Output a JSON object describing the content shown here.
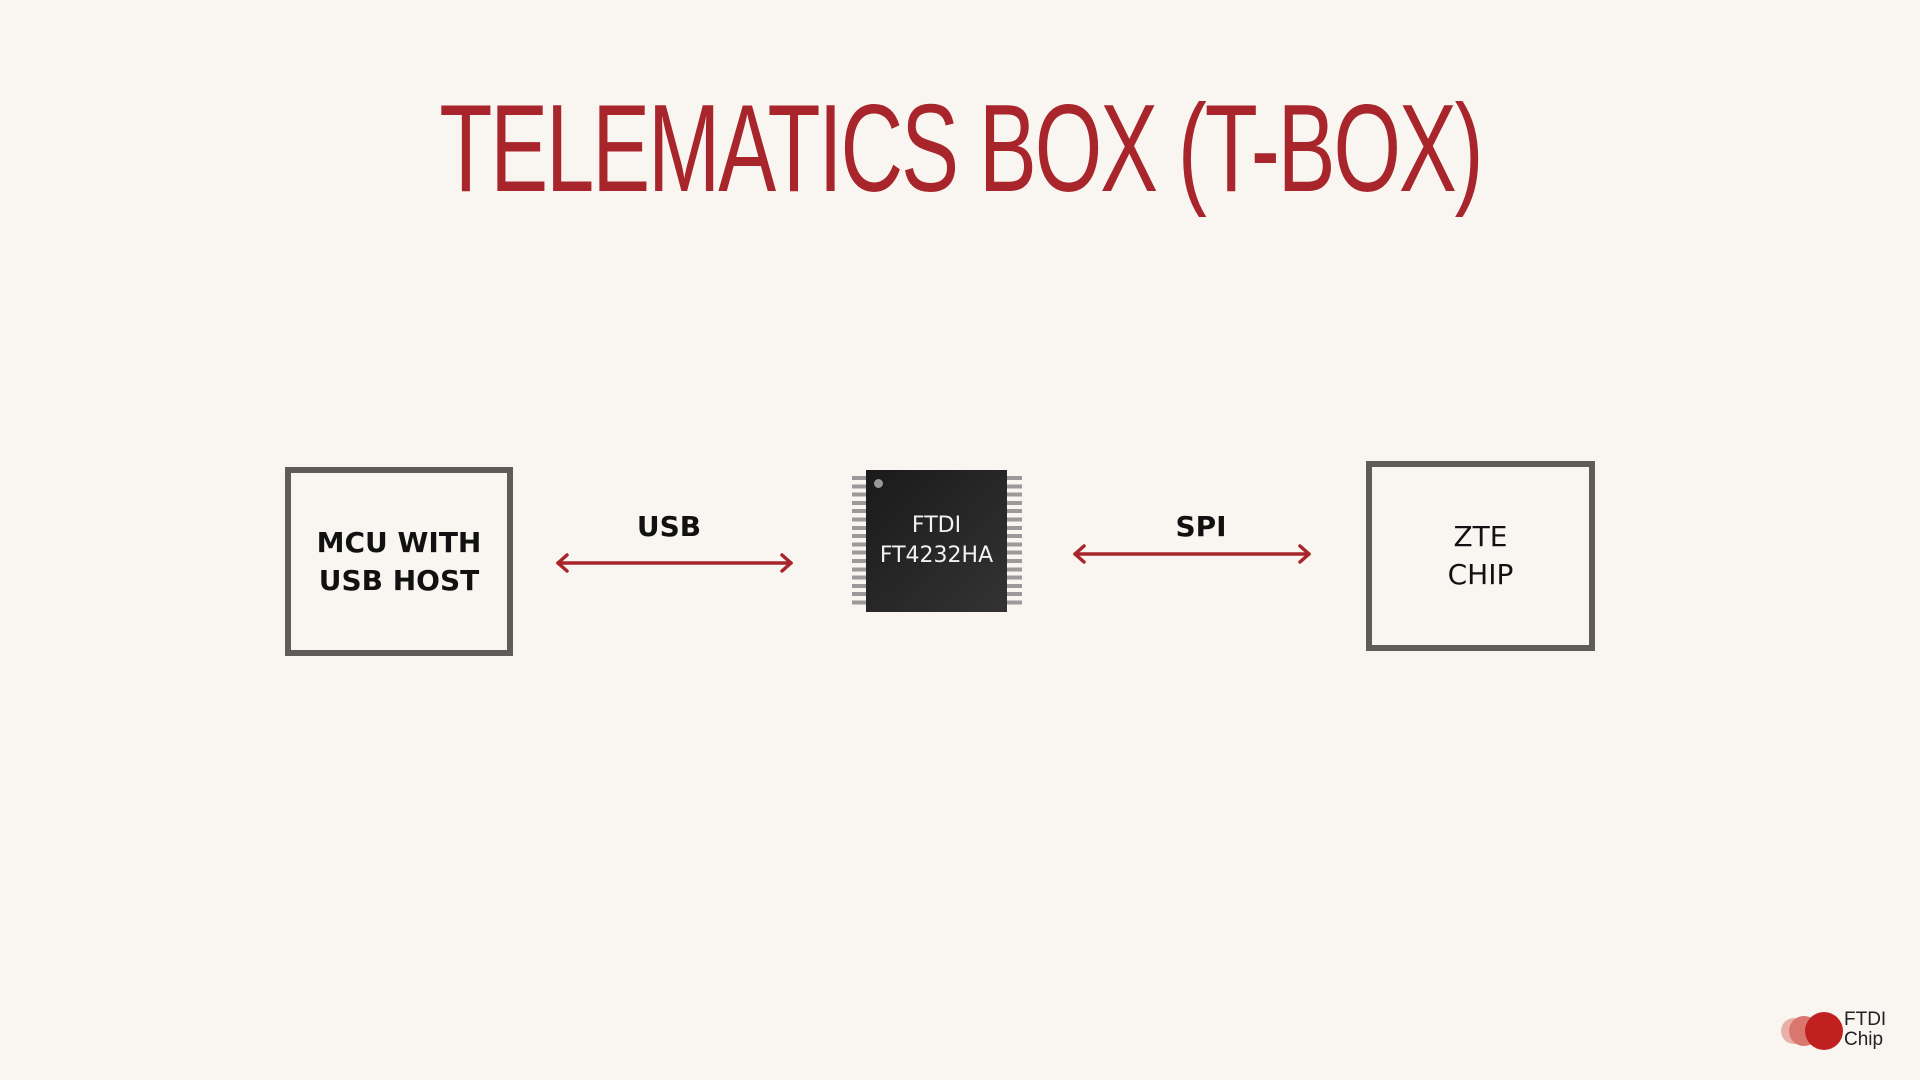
{
  "title": "TELEMATICS BOX (T-BOX)",
  "left_box": {
    "line1": "MCU WITH",
    "line2": "USB HOST"
  },
  "usb_label": "USB",
  "chip": {
    "line1": "FTDI",
    "line2": "FT4232HA"
  },
  "spi_label": "SPI",
  "right_box": {
    "line1": "ZTE",
    "line2": "CHIP"
  },
  "logo": {
    "line1": "FTDI",
    "line2": "Chip"
  },
  "colors": {
    "accent": "#a8262b",
    "box_border": "#5f5b58",
    "background": "#f9f6f2"
  }
}
